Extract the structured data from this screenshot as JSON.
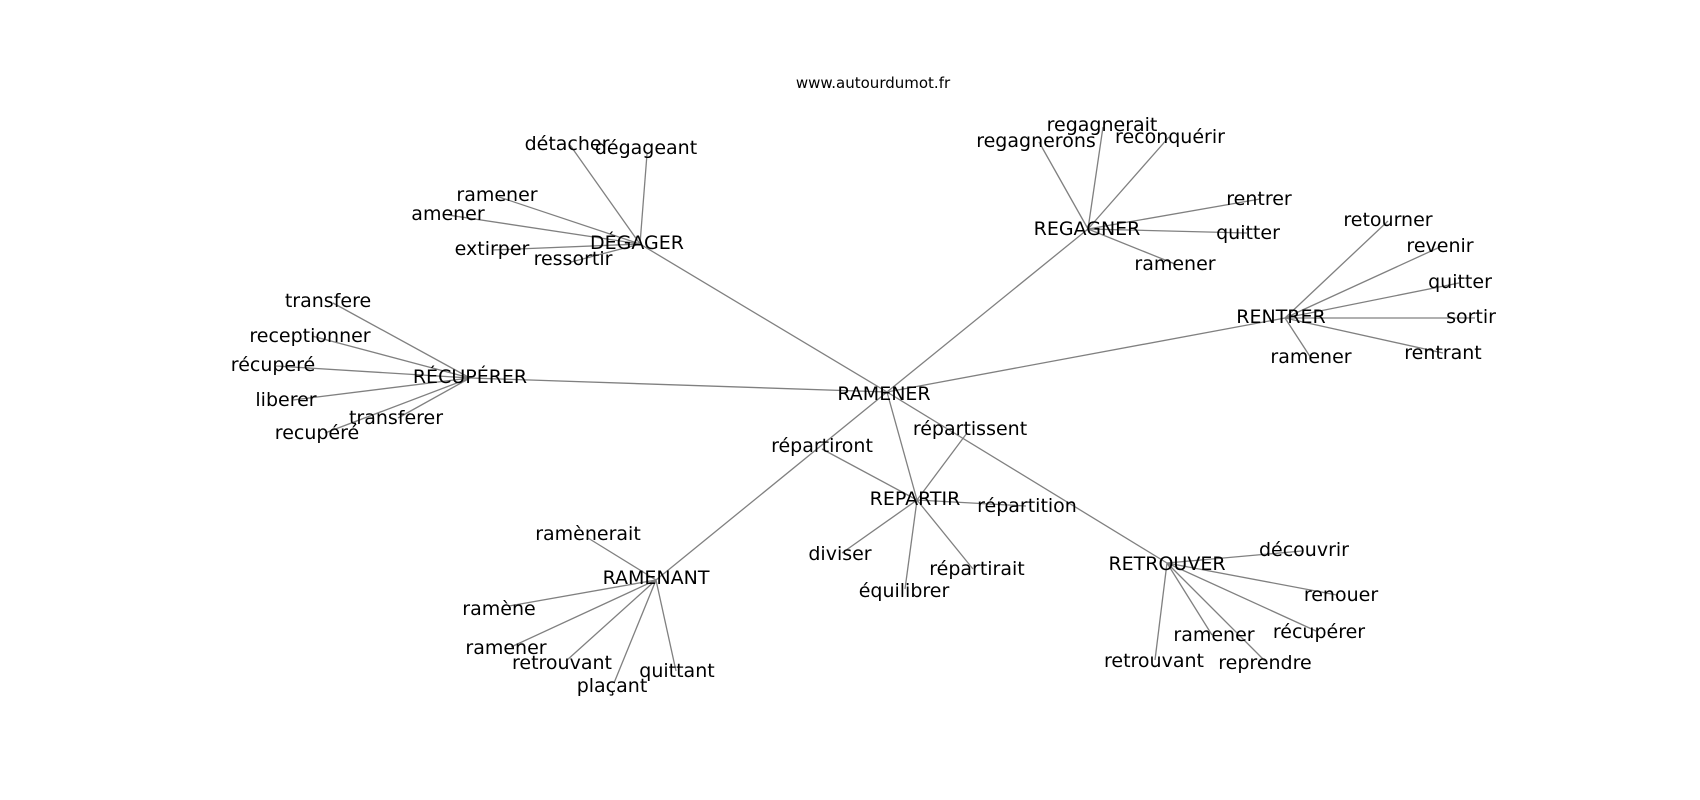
{
  "header": {
    "source": "www.autourdumot.fr"
  },
  "colors": {
    "edge": "#808080",
    "text": "#000000",
    "background": "#ffffff"
  },
  "graph": {
    "center": "RAMENER",
    "hubs": [
      {
        "id": "dégager",
        "label": "DÉGAGER",
        "words": [
          "détacher",
          "dégageant",
          "ramener",
          "amener",
          "extirper",
          "ressortir"
        ]
      },
      {
        "id": "récupérer",
        "label": "RÉCUPÉRER",
        "words": [
          "transfere",
          "receptionner",
          "récuperé",
          "liberer",
          "transferer",
          "recupéré"
        ]
      },
      {
        "id": "regagner",
        "label": "REGAGNER",
        "words": [
          "regagnerait",
          "regagnerons",
          "reconquérir",
          "rentrer",
          "quitter",
          "ramener"
        ]
      },
      {
        "id": "rentrer",
        "label": "RENTRER",
        "words": [
          "retourner",
          "revenir",
          "quitter",
          "sortir",
          "rentrant",
          "ramener"
        ]
      },
      {
        "id": "ramenant",
        "label": "RAMENANT",
        "words": [
          "ramènerait",
          "ramène",
          "ramener",
          "retrouvant",
          "plaçant",
          "quittant"
        ]
      },
      {
        "id": "repartir",
        "label": "REPARTIR",
        "words": [
          "répartiront",
          "répartissent",
          "répartition",
          "diviser",
          "équilibrer",
          "répartirait"
        ]
      },
      {
        "id": "retrouver",
        "label": "RETROUVER",
        "words": [
          "découvrir",
          "renouer",
          "récupérer",
          "reprendre",
          "ramener",
          "retrouvant"
        ]
      }
    ]
  }
}
